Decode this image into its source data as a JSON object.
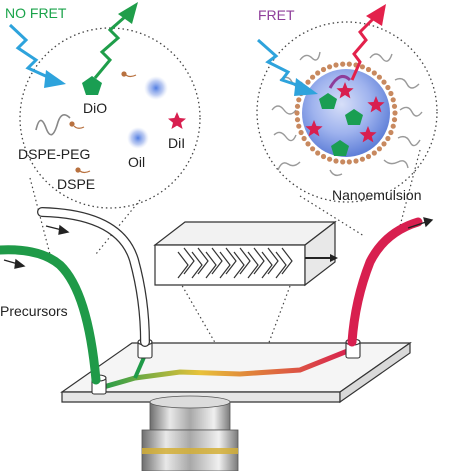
{
  "labels": {
    "no_fret": "NO FRET",
    "fret": "FRET",
    "dio": "DiO",
    "dil": "DiI",
    "oil": "Oil",
    "dspe_peg": "DSPE-PEG",
    "dspe": "DSPE",
    "nanoemulsion": "Nanoemulsion",
    "precursors": "Precursors"
  },
  "colors": {
    "no_fret_text": "#1aa34a",
    "fret_text": "#8e3d9a",
    "excitation_arrow": "#2ea3dc",
    "emission_green": "#1f9e4a",
    "emission_red": "#e3214b",
    "dio_marker": "#1a9e52",
    "dil_marker": "#d81f4f",
    "oil_blue": "#6f8fe0",
    "inlet_tube": "#1f9a48",
    "outlet_tube": "#d81f4f",
    "lipid_shell": "#c8895f"
  },
  "icons": {
    "dio": "green-pentagon-icon",
    "dil": "red-star-icon",
    "oil": "blue-droplet-icon",
    "objective": "microscope-objective-icon"
  }
}
